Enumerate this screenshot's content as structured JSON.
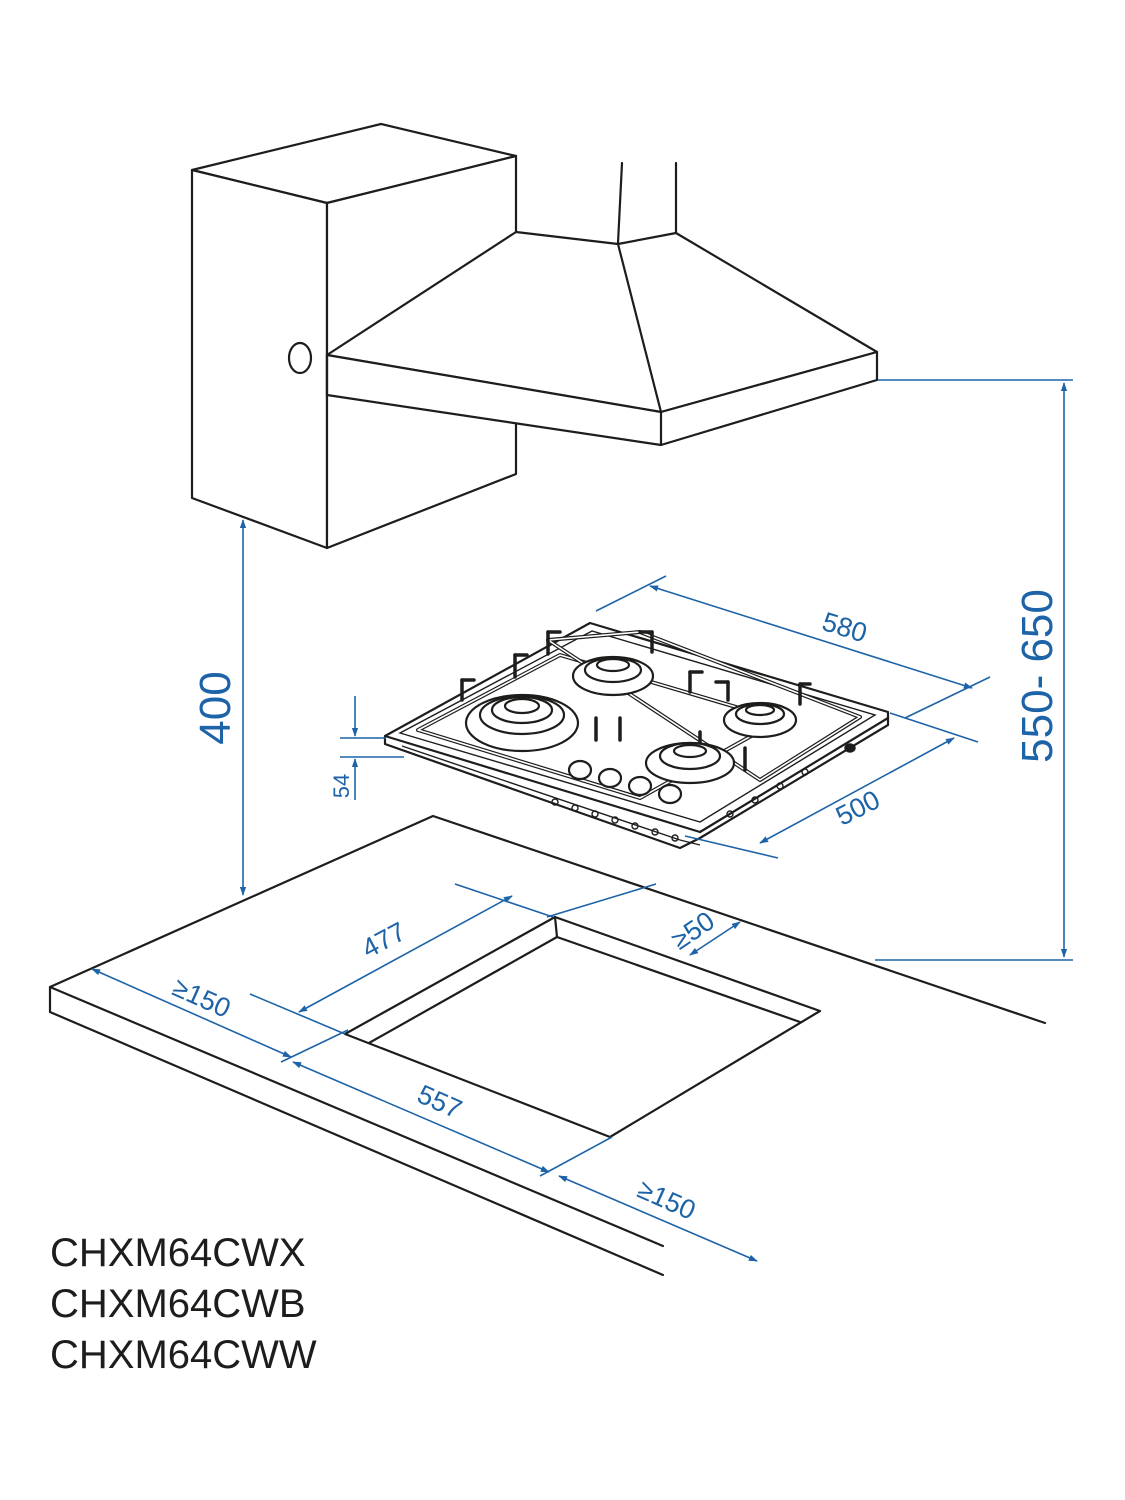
{
  "colors": {
    "line": "#1d1d1b",
    "dimension": "#1d63a8",
    "background": "#ffffff"
  },
  "dimensions": {
    "hood_to_hob": "400",
    "hood_to_counter": "550- 650",
    "hob_width": "580",
    "hob_depth": "500",
    "hob_height": "54",
    "cutout_depth": "477",
    "cutout_width": "557",
    "clearance_back": "≥50",
    "clearance_left": "≥150",
    "clearance_right": "≥150"
  },
  "models": [
    "CHXM64CWX",
    "CHXM64CWB",
    "CHXM64CWW"
  ]
}
